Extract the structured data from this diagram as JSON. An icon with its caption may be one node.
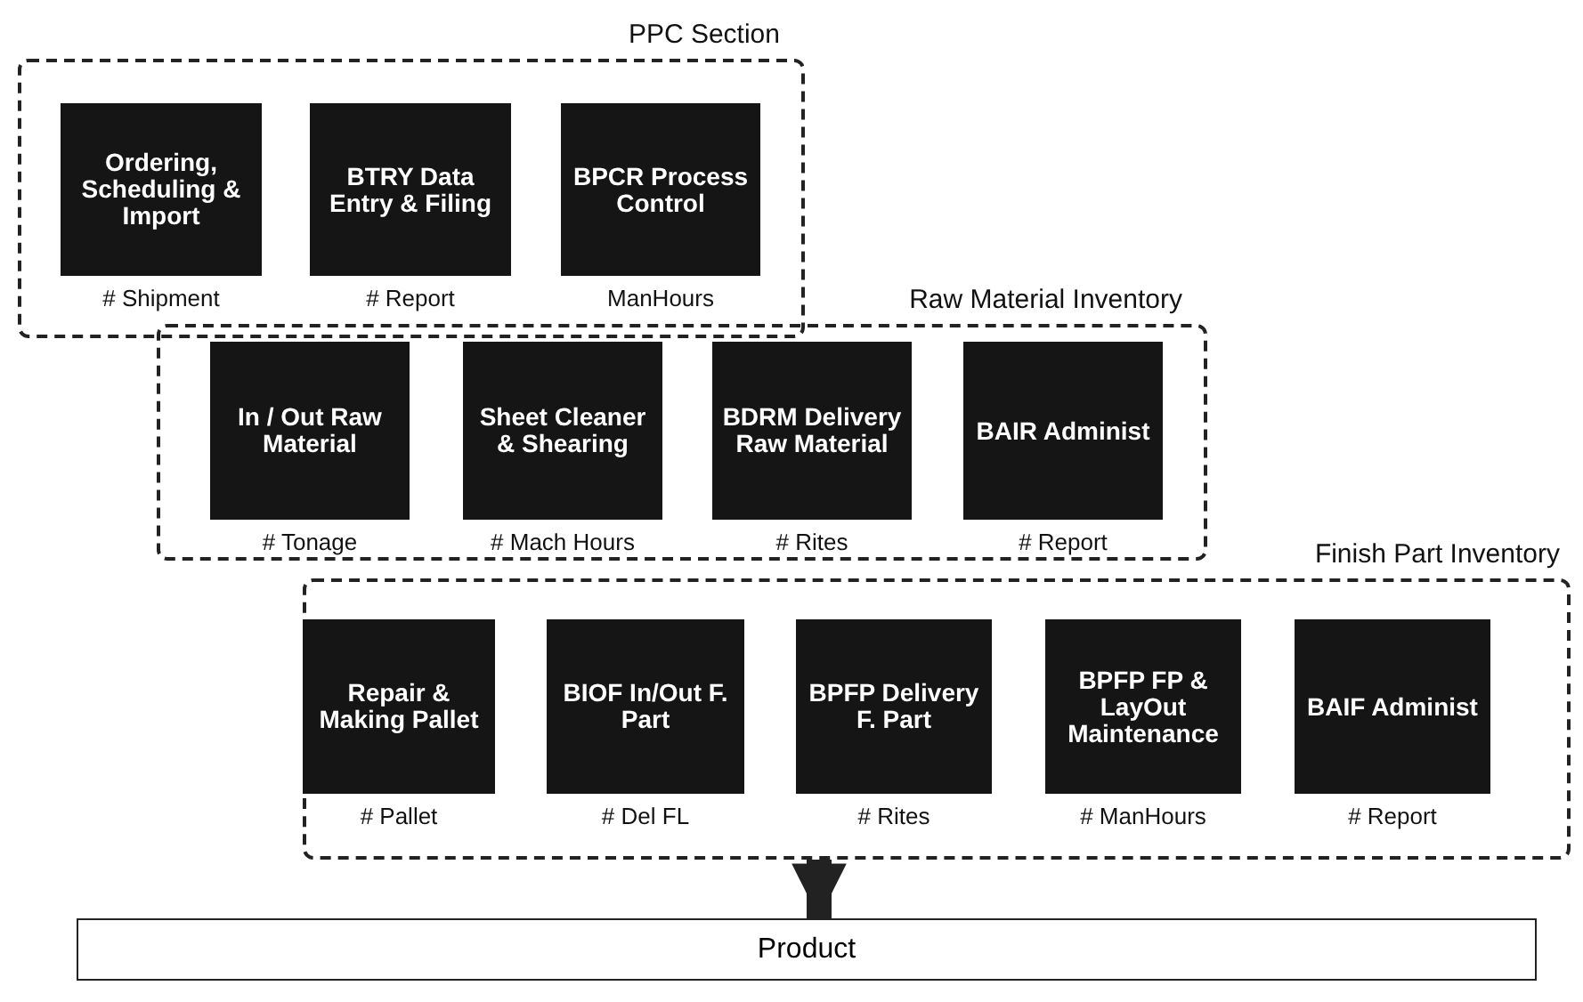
{
  "diagram": {
    "nodes": [
      {
        "text": [
          "PPC Section"
        ]
      },
      {
        "text": [
          "Ordering, Scheduling & Import"
        ],
        "in": 0,
        "beside": [
          "# Shipment"
        ]
      },
      {
        "text": [
          "BTRY Data Entry & Filing"
        ],
        "in": 0,
        "beside": [
          "# Report"
        ]
      },
      {
        "text": [
          "BPCR Process Control"
        ],
        "in": 0,
        "beside": [
          "ManHours"
        ]
      },
      {
        "text": [
          "Raw Material Inventory"
        ]
      },
      {
        "text": [
          "In / Out Raw Material"
        ],
        "in": 4,
        "beside": [
          "# Tonage"
        ]
      },
      {
        "text": [
          "Sheet Cleaner & Shearing"
        ],
        "in": 4,
        "beside": [
          "# Mach Hours"
        ]
      },
      {
        "text": [
          "BDRM Delivery Raw Material"
        ],
        "in": 4,
        "beside": [
          "# Rites"
        ]
      },
      {
        "text": [
          "BAIR Administ"
        ],
        "in": 4,
        "beside": [
          "# Report"
        ]
      },
      {
        "text": [
          "Finish Part Inventory"
        ]
      },
      {
        "text": [
          "Repair & Making Pallet"
        ],
        "in": 9,
        "beside": [
          "# Pallet"
        ]
      },
      {
        "text": [
          "BIOF In/Out F. Part"
        ],
        "in": 9,
        "beside": [
          "# Del FL"
        ]
      },
      {
        "text": [
          "BPFP Delivery F. Part"
        ],
        "in": 9,
        "beside": [
          "# Rites"
        ]
      },
      {
        "text": [
          "BPFP FP & LayOut Maintenance"
        ],
        "in": 9,
        "beside": [
          "# ManHours"
        ]
      },
      {
        "text": [
          "BAIF Administ"
        ],
        "in": 9,
        "beside": [
          "# Report"
        ]
      },
      {
        "text": [
          "Product"
        ]
      }
    ],
    "edges": [
      {
        "from": 9,
        "to": 15,
        "arrow": "to"
      }
    ]
  }
}
